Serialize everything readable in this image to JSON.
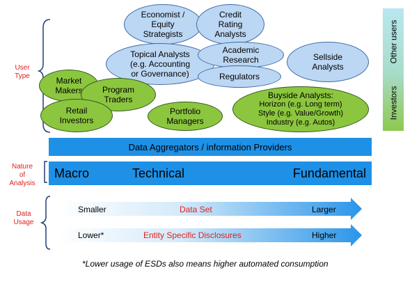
{
  "labels": {
    "user_type": [
      "User",
      "Type"
    ],
    "nature": [
      "Nature",
      "of",
      "Analysis"
    ],
    "data_usage": [
      "Data",
      "Usage"
    ]
  },
  "ellipses": {
    "economist": [
      "Economist /",
      "Equity",
      "Strategists"
    ],
    "credit": [
      "Credit",
      "Rating",
      "Analysts"
    ],
    "topical": [
      "Topical Analysts",
      "(e.g. Accounting",
      "or Governance)"
    ],
    "academic": [
      "Academic",
      "Research"
    ],
    "regulators": [
      "Regulators"
    ],
    "sellside": [
      "Sellside",
      "Analysts"
    ],
    "market_makers": [
      "Market",
      "Makers"
    ],
    "program_traders": [
      "Program",
      "Traders"
    ],
    "retail": [
      "Retail",
      "Investors"
    ],
    "portfolio": [
      "Portfolio",
      "Managers"
    ],
    "buyside": [
      "Buyside Analysts:",
      "Horizon (e.g. Long term)",
      "Style (e.g. Value/Growth)",
      "Industry (e.g. Autos)"
    ]
  },
  "side_bar": {
    "other_users": "Other users",
    "investors": "Investors",
    "colors": {
      "top": "#b9e7f0",
      "bottom": "#8ac63f"
    }
  },
  "aggregators": "Data Aggregators / information Providers",
  "analysis": {
    "macro": "Macro",
    "technical": "Technical",
    "fundamental": "Fundamental"
  },
  "arrows": {
    "data_set": {
      "left": "Smaller",
      "center": "Data Set",
      "right": "Larger"
    },
    "esd": {
      "left": "Lower*",
      "center": "Entity Specific Disclosures",
      "right": "Higher"
    }
  },
  "footnote": "*Lower usage of ESDs also means higher automated consumption",
  "colors": {
    "bar": "#1e90e6",
    "label_red": "#e0201b"
  }
}
